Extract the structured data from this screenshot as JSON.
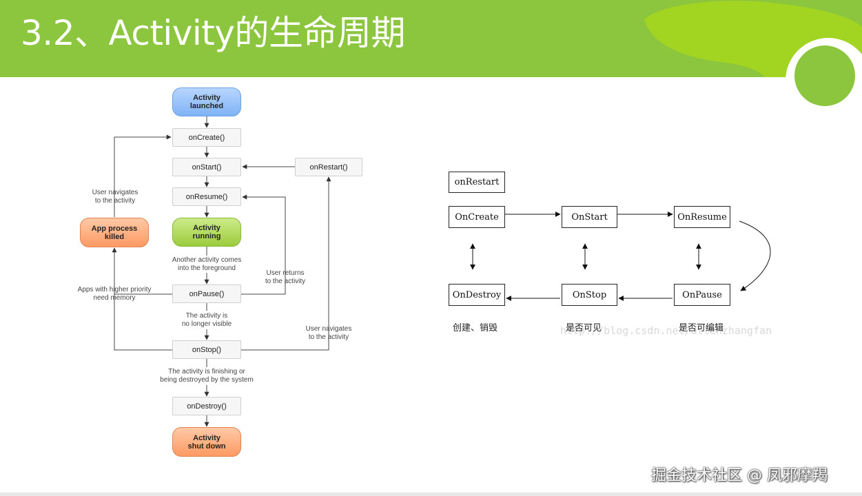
{
  "header": {
    "title": "3.2、Activity的生命周期"
  },
  "lifecycle": {
    "states": {
      "launched": "Activity\nlaunched",
      "running": "Activity\nrunning",
      "killed": "App process\nkilled",
      "shutdown": "Activity\nshut down"
    },
    "methods": {
      "onCreate": "onCreate()",
      "onStart": "onStart()",
      "onRestart": "onRestart()",
      "onResume": "onResume()",
      "onPause": "onPause()",
      "onStop": "onStop()",
      "onDestroy": "onDestroy()"
    },
    "notes": {
      "user_navigates_activity": "User navigates\nto the activity",
      "another_activity": "Another activity comes\ninto the foreground",
      "user_returns": "User returns\nto the activity",
      "higher_priority": "Apps with higher priority\nneed memory",
      "no_longer_visible": "The activity is\nno longer visible",
      "user_navigates_activity_2": "User navigates\nto the activity",
      "finishing": "The activity is finishing or\nbeing destroyed by the system"
    }
  },
  "simplified": {
    "boxes": {
      "onRestart": "onRestart",
      "OnCreate": "OnCreate",
      "OnStart": "OnStart",
      "OnResume": "OnResume",
      "OnDestroy": "OnDestroy",
      "OnStop": "OnStop",
      "OnPause": "OnPause"
    },
    "captions": {
      "create_destroy": "创建、销毁",
      "visible": "是否可见",
      "editable": "是否可编辑"
    },
    "watermark": "http://blog.csdn.net/allenzhangfan"
  },
  "credit": "掘金技术社区 @ 凤邪摩羯"
}
